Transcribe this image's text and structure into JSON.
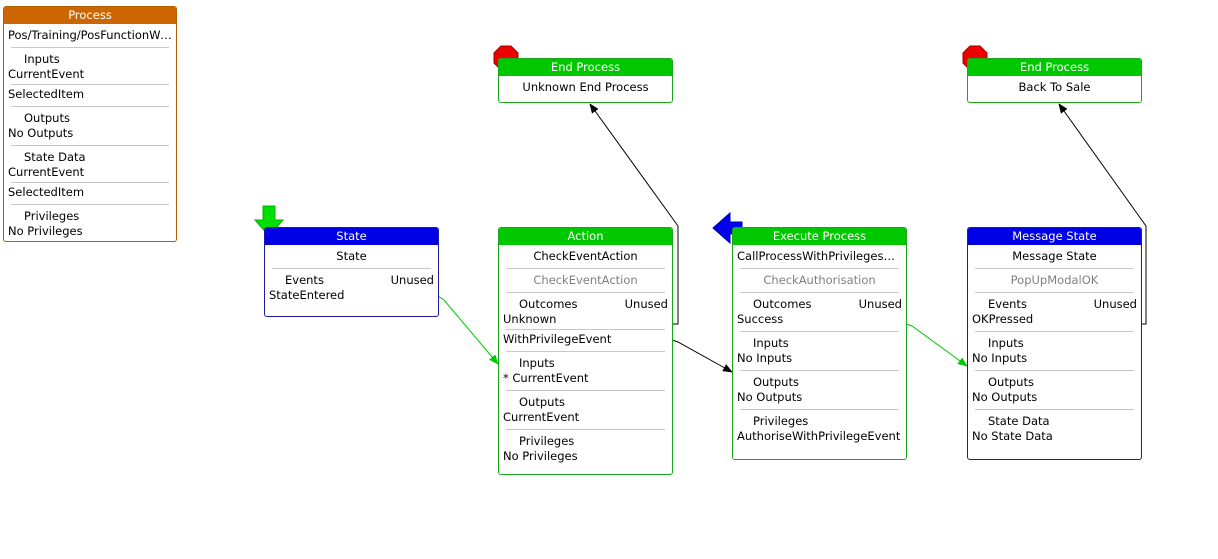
{
  "colors": {
    "state_blue": "#0000e6",
    "action_green": "#00c800",
    "process_orange": "#cc6600",
    "stop_red": "#ee0000"
  },
  "process": {
    "title": "Process",
    "path": "Pos/Training/PosFunctionWit...",
    "inputs_label": "Inputs",
    "inputs": [
      "CurrentEvent",
      "SelectedItem"
    ],
    "outputs_label": "Outputs",
    "outputs": [
      "No Outputs"
    ],
    "state_data_label": "State Data",
    "state_data": [
      "CurrentEvent",
      "SelectedItem"
    ],
    "privileges_label": "Privileges",
    "privileges": [
      "No Privileges"
    ]
  },
  "state": {
    "title": "State",
    "name": "State",
    "events_label": "Events",
    "unused": "Unused",
    "events": [
      "StateEntered"
    ]
  },
  "action": {
    "title": "Action",
    "name": "CheckEventAction",
    "subname": "CheckEventAction",
    "outcomes_label": "Outcomes",
    "unused": "Unused",
    "outcomes": [
      "Unknown",
      "WithPrivilegeEvent"
    ],
    "inputs_label": "Inputs",
    "inputs": [
      "* CurrentEvent"
    ],
    "outputs_label": "Outputs",
    "outputs": [
      "CurrentEvent"
    ],
    "privileges_label": "Privileges",
    "privileges": [
      "No Privileges"
    ]
  },
  "execute": {
    "title": "Execute Process",
    "name": "CallProcessWithPrivilegesActi...",
    "subname": "CheckAuthorisation",
    "outcomes_label": "Outcomes",
    "unused": "Unused",
    "outcomes": [
      "Success"
    ],
    "inputs_label": "Inputs",
    "inputs": [
      "No Inputs"
    ],
    "outputs_label": "Outputs",
    "outputs": [
      "No Outputs"
    ],
    "privileges_label": "Privileges",
    "privileges": [
      "AuthoriseWithPrivilegeEvent"
    ]
  },
  "message": {
    "title": "Message State",
    "name": "Message State",
    "subname": "PopUpModalOK",
    "events_label": "Events",
    "unused": "Unused",
    "events": [
      "OKPressed"
    ],
    "inputs_label": "Inputs",
    "inputs": [
      "No Inputs"
    ],
    "outputs_label": "Outputs",
    "outputs": [
      "No Outputs"
    ],
    "state_data_label": "State Data",
    "state_data": [
      "No State Data"
    ]
  },
  "end1": {
    "title": "End Process",
    "name": "Unknown End Process"
  },
  "end2": {
    "title": "End Process",
    "name": "Back To Sale"
  }
}
